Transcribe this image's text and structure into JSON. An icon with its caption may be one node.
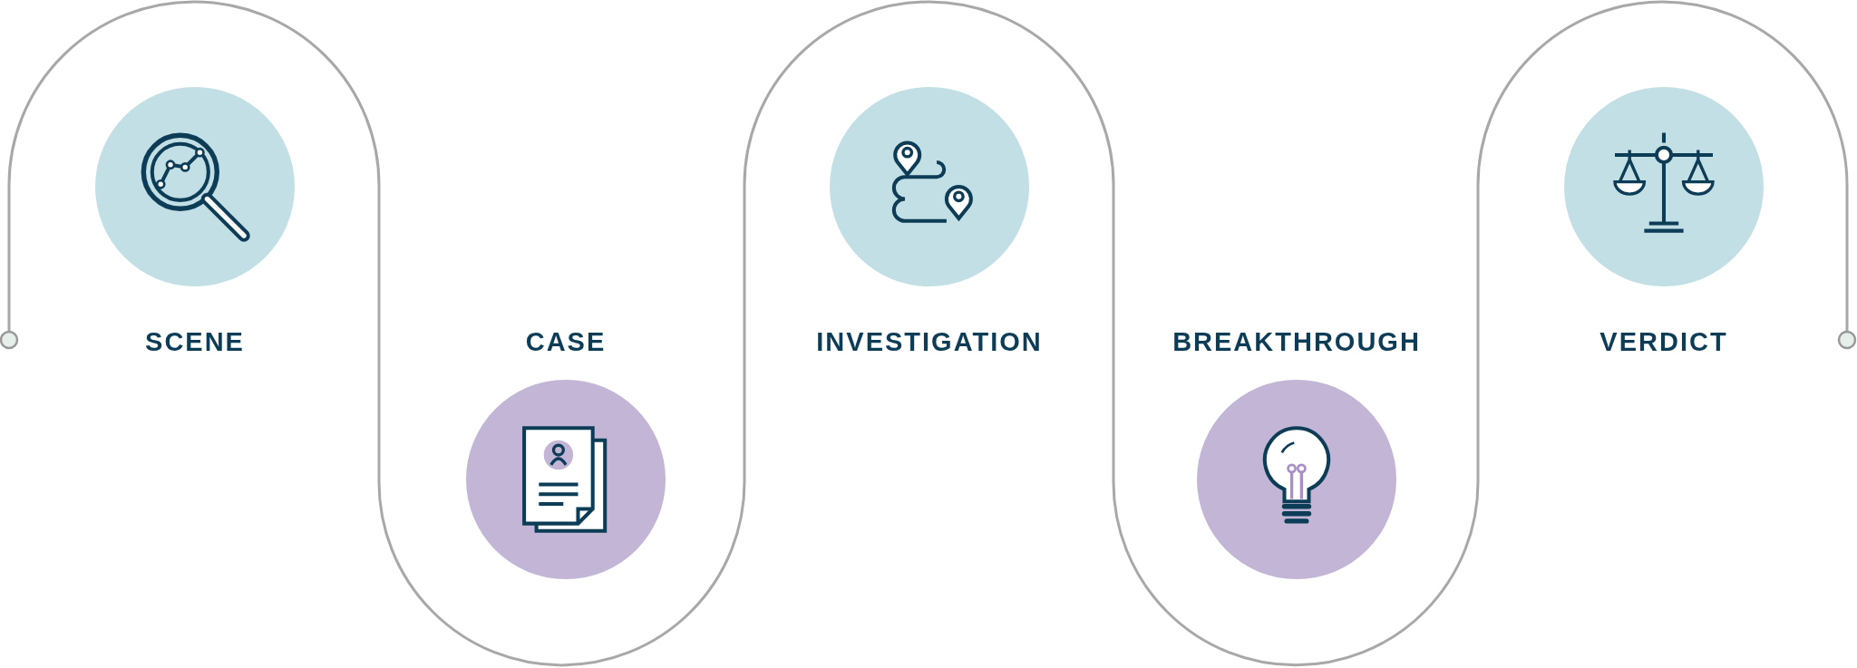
{
  "diagram": {
    "nodes": [
      {
        "text": [],
        "shape": "circle"
      },
      {
        "text": [
          "SCENE"
        ]
      },
      {
        "text": [
          "CASE"
        ]
      },
      {
        "text": [
          "INVESTIGATION"
        ]
      },
      {
        "text": [
          "BREAKTHROUGH"
        ]
      },
      {
        "text": [
          "VERDICT"
        ]
      },
      {
        "text": [],
        "shape": "circle"
      }
    ],
    "edges": [
      {
        "from": 0,
        "to": 6,
        "arrow": "none"
      }
    ]
  }
}
